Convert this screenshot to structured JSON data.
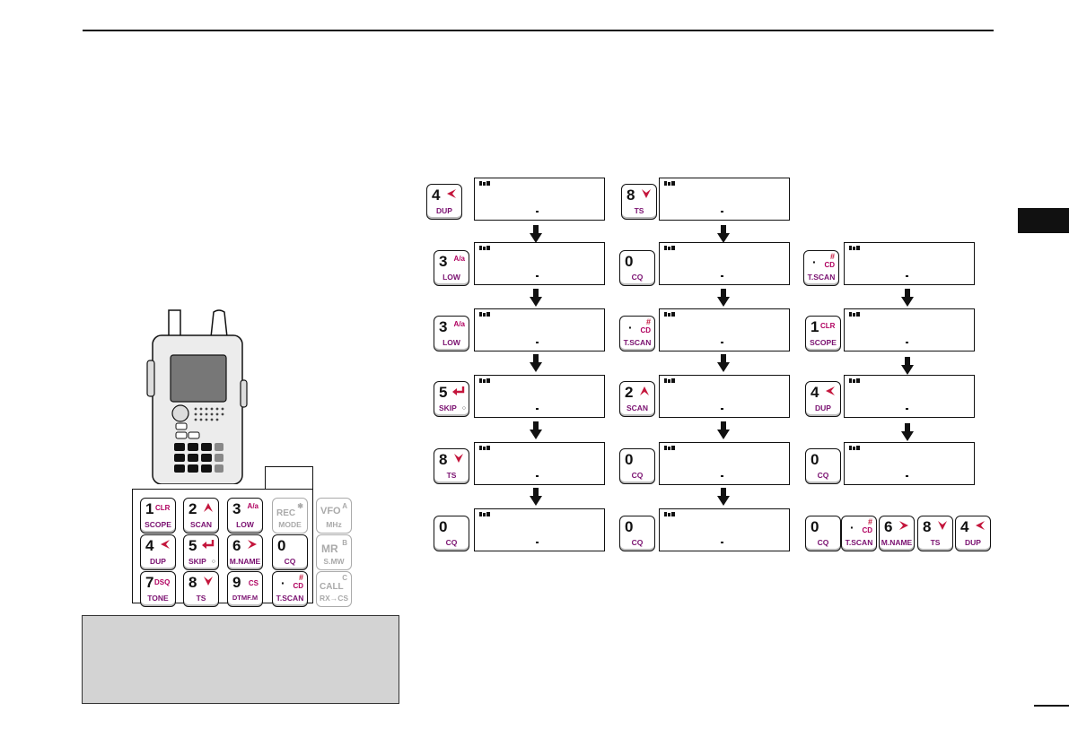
{
  "keys": {
    "k1": {
      "digit": "1",
      "top": "CLR",
      "bottom": "SCOPE"
    },
    "k2": {
      "digit": "2",
      "bottom": "SCAN"
    },
    "k3": {
      "digit": "3",
      "top": "A/a",
      "bottom": "LOW"
    },
    "k4": {
      "digit": "4",
      "bottom": "DUP"
    },
    "k5": {
      "digit": "5",
      "bottom": "SKIP"
    },
    "k6": {
      "digit": "6",
      "bottom": "M.NAME"
    },
    "k7": {
      "digit": "7",
      "top": "DSQ",
      "bottom": "TONE"
    },
    "k8": {
      "digit": "8",
      "bottom": "TS"
    },
    "k9": {
      "digit": "9",
      "top": "CS",
      "bottom": "DTMF.M"
    },
    "k0": {
      "digit": "0",
      "bottom": "CQ"
    },
    "kdot": {
      "digit": "·",
      "top": "CD",
      "hash": "#",
      "bottom": "T.SCAN"
    },
    "rec": {
      "digit": "REC",
      "top": "✱",
      "bottom": "MODE"
    },
    "vfo": {
      "digit": "VFO",
      "top": "A",
      "bottom": "MHz"
    },
    "mr": {
      "digit": "MR",
      "top": "B",
      "bottom": "S.MW"
    },
    "call": {
      "digit": "CALL",
      "top": "C",
      "bottom": "RX→CS"
    }
  },
  "colors": {
    "accent": "#c4163c",
    "label": "#7a1070",
    "note_bg": "#d3d3d3"
  }
}
